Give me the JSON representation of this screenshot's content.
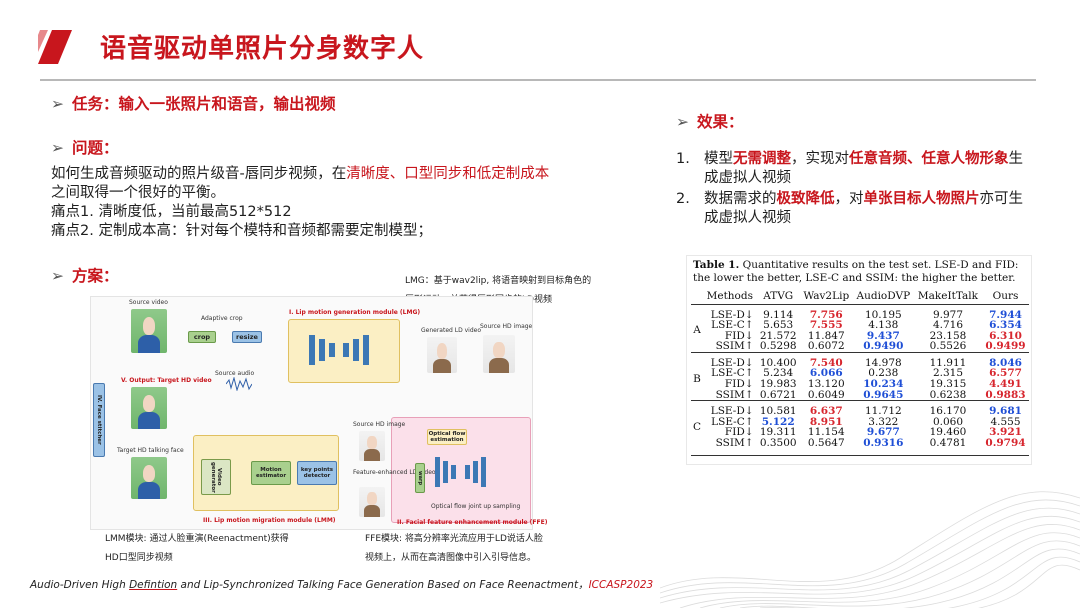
{
  "header": {
    "title": "语音驱动单照片分身数字人"
  },
  "task": {
    "label": "任务：输入一张照片和语音，输出视频"
  },
  "problem": {
    "label": "问题：",
    "line1_a": "如何生成音频驱动的照片级音-唇同步视频，在",
    "line1_b": "清晰度、口型同步和低定制成本",
    "line2": "之间取得一个很好的平衡。",
    "pain1": "痛点1. 清晰度低，当前最高512*512",
    "pain2": "痛点2. 定制成本高：针对每个模特和音频都需要定制模型；"
  },
  "solution": {
    "label": "方案："
  },
  "effect": {
    "label": "效果：",
    "item1_num": "1.",
    "item1_a": "模型",
    "item1_b": "无需调整",
    "item1_c": "，实现对",
    "item1_d": "任意音频、任意人物形象",
    "item1_e": "生成虚拟人视频",
    "item2_num": "2.",
    "item2_a": "数据需求的",
    "item2_b": "极致降低",
    "item2_c": "，对",
    "item2_d": "单张目标人物照片",
    "item2_e": "亦可生成虚拟人视频"
  },
  "notes": {
    "lmg_1": "LMG：基于wav2lip, 将语音映射到目标角色的",
    "lmg_2": "唇形运动，并获得唇形同步的LD视频",
    "lmm_1": "LMM模块: 通过人脸重演(Reenactment)获得",
    "lmm_2": "HD口型同步视频",
    "ffe_1": "FFE模块: 将高分辨率光流应用于LD说话人脸",
    "ffe_2": "视频上，从而在高清图像中引入引导信息。"
  },
  "figure": {
    "source_video": "Source video",
    "adaptive_crop": "Adaptive crop",
    "crop": "crop",
    "resize": "resize",
    "lmg_title": "I. Lip motion generation module (LMG)",
    "generated_ld": "Generated LD video",
    "source_hd": "Source HD image",
    "source_audio": "Source audio",
    "output": "V. Output: Target HD video",
    "face_stitcher": "IV. Face stitcher",
    "source_hd_2": "Source HD image",
    "optical_flow": "Optical flow estimation",
    "target_hd_face": "Target HD talking face",
    "video_generator": "Video generator",
    "motion_estimator": "Motion estimator",
    "keypoints": "key points detector",
    "feature_enhanced": "Feature-enhanced LD video",
    "warp": "warp",
    "upsampling": "Optical flow joint up sampling",
    "lmm_title": "III. Lip motion migration module (LMM)",
    "ffe_title": "II. Facial feature enhancement module (FFE)"
  },
  "table": {
    "caption_bold": "Table 1.",
    "caption_text": " Quantitative results on the test set. LSE-D and FID: the lower the better, LSE-C and SSIM: the higher the better.",
    "headers": [
      "Methods",
      "ATVG",
      "Wav2Lip",
      "AudioDVP",
      "MakeItTalk",
      "Ours"
    ],
    "groups": [
      {
        "name": "A",
        "rows": [
          {
            "metric": "LSE-D↓",
            "values": [
              "9.114",
              "7.756",
              "10.195",
              "9.977",
              "7.944"
            ],
            "hl": [
              "",
              "r",
              "",
              "",
              "b"
            ]
          },
          {
            "metric": "LSE-C↑",
            "values": [
              "5.653",
              "7.555",
              "4.138",
              "4.716",
              "6.354"
            ],
            "hl": [
              "",
              "r",
              "",
              "",
              "b"
            ]
          },
          {
            "metric": "FID↓",
            "values": [
              "21.572",
              "11.847",
              "9.437",
              "23.158",
              "6.310"
            ],
            "hl": [
              "",
              "",
              "b",
              "",
              "r"
            ]
          },
          {
            "metric": "SSIM↑",
            "values": [
              "0.5298",
              "0.6072",
              "0.9490",
              "0.5526",
              "0.9499"
            ],
            "hl": [
              "",
              "",
              "b",
              "",
              "r"
            ]
          }
        ]
      },
      {
        "name": "B",
        "rows": [
          {
            "metric": "LSE-D↓",
            "values": [
              "10.400",
              "7.540",
              "14.978",
              "11.911",
              "8.046"
            ],
            "hl": [
              "",
              "r",
              "",
              "",
              "b"
            ]
          },
          {
            "metric": "LSE-C↑",
            "values": [
              "5.234",
              "6.066",
              "0.238",
              "2.315",
              "6.577"
            ],
            "hl": [
              "",
              "b",
              "",
              "",
              "r"
            ]
          },
          {
            "metric": "FID↓",
            "values": [
              "19.983",
              "13.120",
              "10.234",
              "19.315",
              "4.491"
            ],
            "hl": [
              "",
              "",
              "b",
              "",
              "r"
            ]
          },
          {
            "metric": "SSIM↑",
            "values": [
              "0.6721",
              "0.6049",
              "0.9645",
              "0.6238",
              "0.9883"
            ],
            "hl": [
              "",
              "",
              "b",
              "",
              "r"
            ]
          }
        ]
      },
      {
        "name": "C",
        "rows": [
          {
            "metric": "LSE-D↓",
            "values": [
              "10.581",
              "6.637",
              "11.712",
              "16.170",
              "9.681"
            ],
            "hl": [
              "",
              "r",
              "",
              "",
              "b"
            ]
          },
          {
            "metric": "LSE-C↑",
            "values": [
              "5.122",
              "8.951",
              "3.322",
              "0.060",
              "4.555"
            ],
            "hl": [
              "b",
              "r",
              "",
              "",
              ""
            ]
          },
          {
            "metric": "FID↓",
            "values": [
              "19.311",
              "11.154",
              "9.677",
              "19.460",
              "3.921"
            ],
            "hl": [
              "",
              "",
              "b",
              "",
              "r"
            ]
          },
          {
            "metric": "SSIM↑",
            "values": [
              "0.3500",
              "0.5647",
              "0.9316",
              "0.4781",
              "0.9794"
            ],
            "hl": [
              "",
              "",
              "b",
              "",
              "r"
            ]
          }
        ]
      }
    ]
  },
  "footer": {
    "text_a": "Audio-Driven High ",
    "text_u": "Defintion",
    "text_b": " and Lip-Synchronized Talking Face Generation Based on Face Reenactment，",
    "venue": "ICCASP2023"
  },
  "colors": {
    "accent": "#c8161d",
    "table_red": "#d7262e",
    "table_blue": "#1f4fd6"
  }
}
